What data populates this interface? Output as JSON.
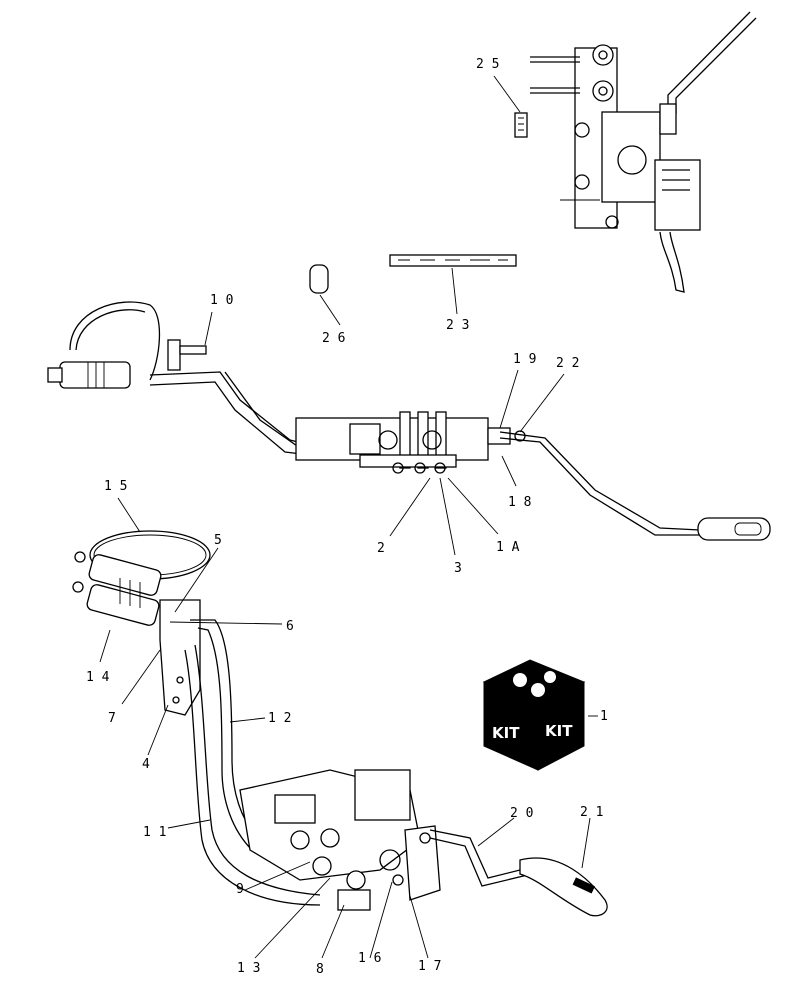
{
  "callouts": [
    {
      "id": "c25",
      "label": "2 5"
    },
    {
      "id": "c26",
      "label": "2 6"
    },
    {
      "id": "c23",
      "label": "2 3"
    },
    {
      "id": "c10",
      "label": "1 0"
    },
    {
      "id": "c19",
      "label": "1 9"
    },
    {
      "id": "c22",
      "label": "2 2"
    },
    {
      "id": "c18",
      "label": "1 8"
    },
    {
      "id": "c2",
      "label": "2"
    },
    {
      "id": "c3",
      "label": "3"
    },
    {
      "id": "c1A",
      "label": "1 A"
    },
    {
      "id": "c15",
      "label": "1 5"
    },
    {
      "id": "c5",
      "label": "5"
    },
    {
      "id": "c6",
      "label": "6"
    },
    {
      "id": "c14",
      "label": "1 4"
    },
    {
      "id": "c7",
      "label": "7"
    },
    {
      "id": "c4",
      "label": "4"
    },
    {
      "id": "c12",
      "label": "1 2"
    },
    {
      "id": "c1",
      "label": "1"
    },
    {
      "id": "c11",
      "label": "1 1"
    },
    {
      "id": "c20",
      "label": "2 0"
    },
    {
      "id": "c21",
      "label": "2 1"
    },
    {
      "id": "c9",
      "label": "9"
    },
    {
      "id": "c13",
      "label": "1 3"
    },
    {
      "id": "c8",
      "label": "8"
    },
    {
      "id": "c16",
      "label": "1 6"
    },
    {
      "id": "c17",
      "label": "1 7"
    }
  ],
  "kit": {
    "face_left": "KIT",
    "face_right": "KIT"
  }
}
